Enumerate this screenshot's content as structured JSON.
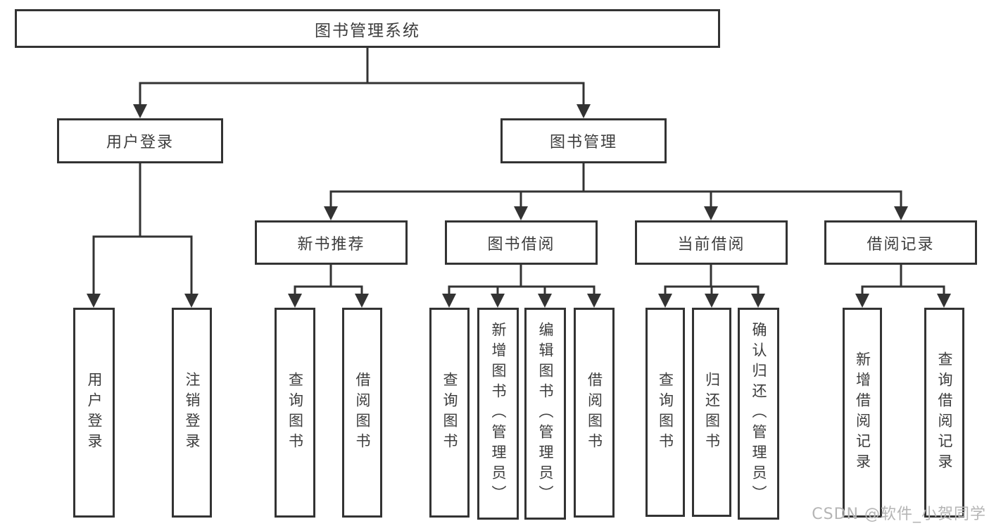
{
  "diagram": {
    "title": "图书管理系统",
    "branches": [
      {
        "label": "用户登录",
        "leaves": [
          "用户登录",
          "注销登录"
        ]
      },
      {
        "label": "图书管理",
        "groups": [
          {
            "label": "新书推荐",
            "leaves": [
              "查询图书",
              "借阅图书"
            ]
          },
          {
            "label": "图书借阅",
            "leaves": [
              "查询图书",
              "新增图书（管理员）",
              "编辑图书（管理员）",
              "借阅图书"
            ]
          },
          {
            "label": "当前借阅",
            "leaves": [
              "查询图书",
              "归还图书",
              "确认归还（管理员）"
            ]
          },
          {
            "label": "借阅记录",
            "leaves": [
              "新增借阅记录",
              "查询借阅记录"
            ]
          }
        ]
      }
    ]
  },
  "watermark": {
    "text": "CSDN @软件_小贺同学"
  },
  "colors": {
    "line": "#333333",
    "text": "#3d3d3d",
    "watermark": "#b5b5b5",
    "background": "#ffffff"
  }
}
